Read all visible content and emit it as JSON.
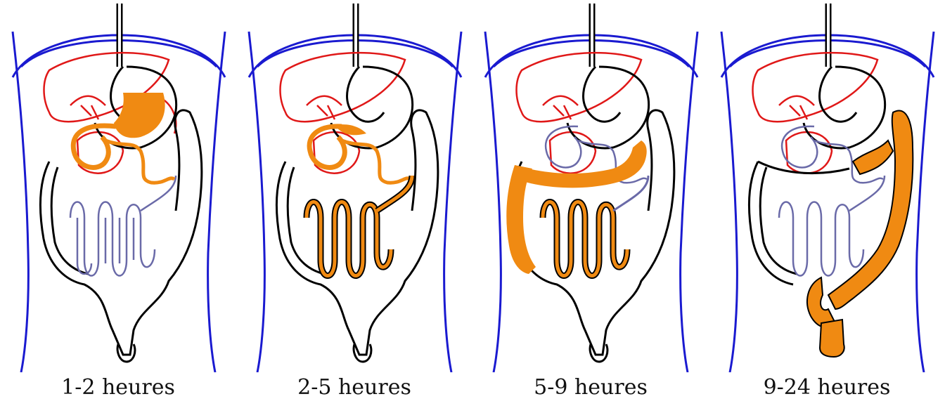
{
  "colors": {
    "body_outline": "#1a1ad0",
    "liver_outline": "#e01818",
    "gut_outline": "#000000",
    "highlight": "#f08a12",
    "small_intestine_outline": "#6a6aa8"
  },
  "panels": [
    {
      "label": "1-2 heures",
      "highlighted": [
        "stomach-partial",
        "duodenum"
      ]
    },
    {
      "label": "2-5 heures",
      "highlighted": [
        "stomach-residue",
        "duodenum",
        "small-intestine"
      ]
    },
    {
      "label": "5-9 heures",
      "highlighted": [
        "ascending-colon",
        "transverse-colon"
      ]
    },
    {
      "label": "9-24 heures",
      "highlighted": [
        "descending-colon",
        "sigmoid-colon",
        "rectum"
      ]
    }
  ]
}
